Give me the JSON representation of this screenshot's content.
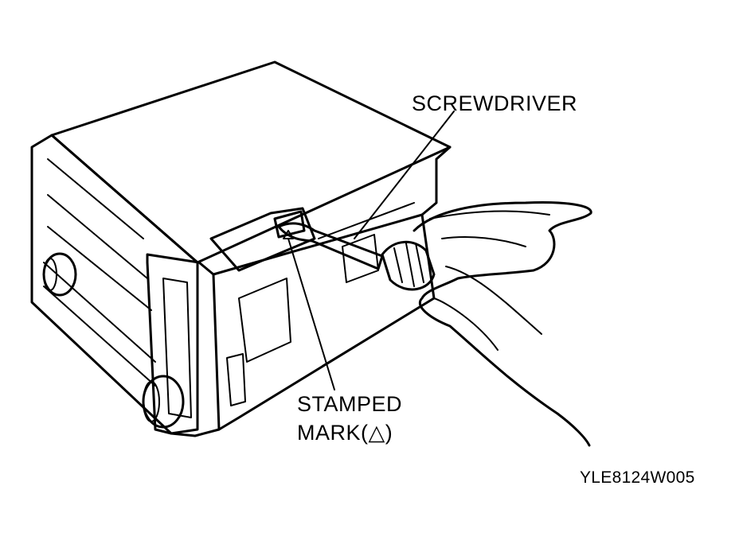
{
  "figure": {
    "callouts": {
      "screwdriver": "SCREWDRIVER",
      "stamped_mark_line1": "STAMPED",
      "stamped_mark_line2": "MARK(△)"
    },
    "figure_code": "YLE8124W005"
  }
}
